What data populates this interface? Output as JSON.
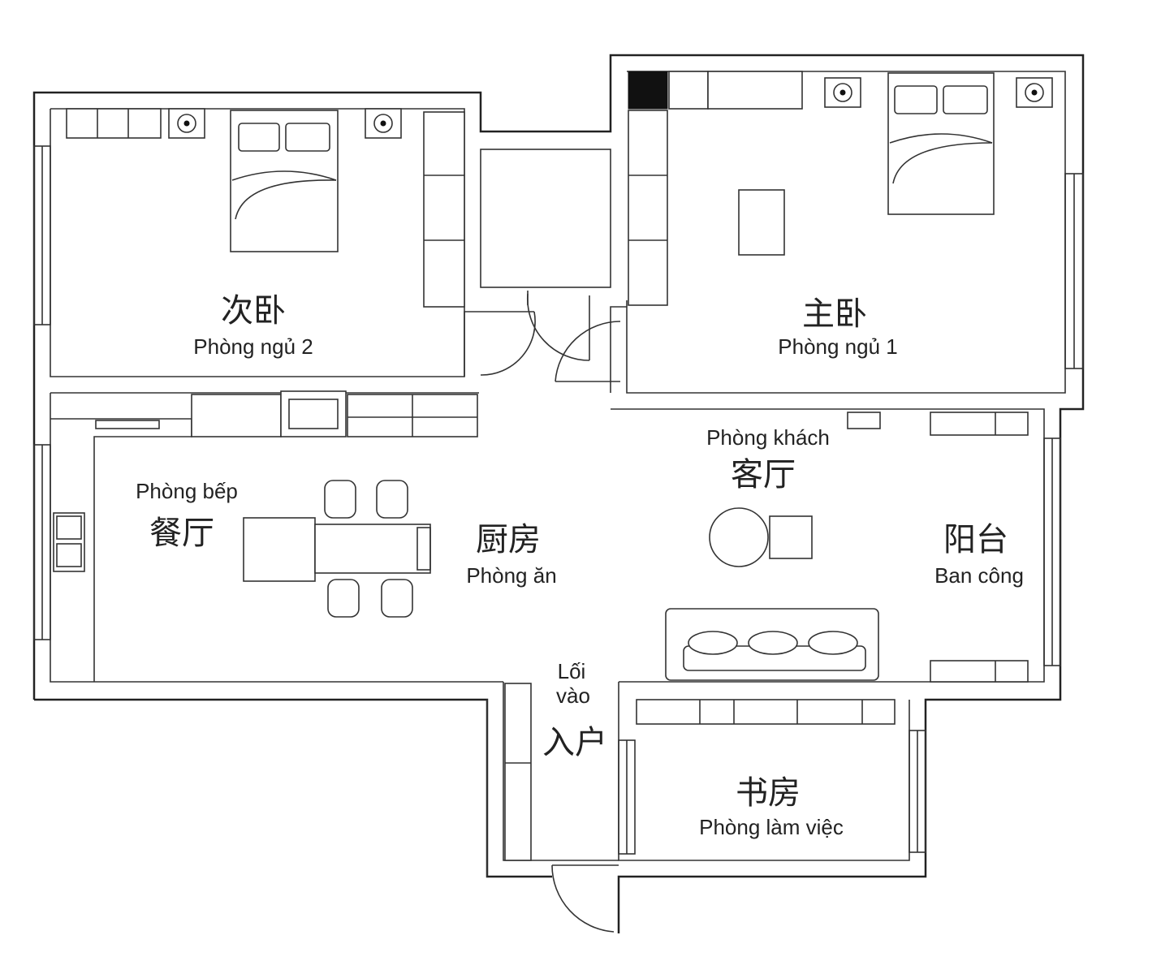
{
  "rooms": {
    "bedroom2": {
      "zh": "次卧",
      "vi": "Phòng ngủ 2"
    },
    "bedroom1": {
      "zh": "主卧",
      "vi": "Phòng ngủ 1"
    },
    "living": {
      "zh": "客厅",
      "vi": "Phòng khách"
    },
    "dining": {
      "zh": "餐厅",
      "vi": "Phòng bếp"
    },
    "kitchen": {
      "zh": "厨房",
      "vi": "Phòng ăn"
    },
    "balcony": {
      "zh": "阳台",
      "vi": "Ban công"
    },
    "entrance": {
      "zh": "入户",
      "vi_line1": "Lối",
      "vi_line2": "vào"
    },
    "study": {
      "zh": "书房",
      "vi": "Phòng làm việc"
    }
  }
}
